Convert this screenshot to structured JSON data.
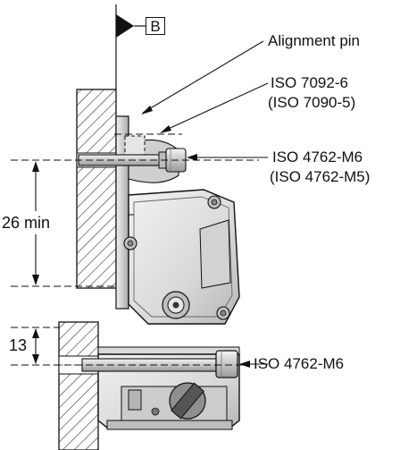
{
  "datum_label": "B",
  "callouts": {
    "alignment_pin": "Alignment pin",
    "iso_7092": "ISO 7092-6",
    "iso_7090": "(ISO 7090-5)",
    "iso_4762_m6_top": "ISO 4762-M6",
    "iso_4762_m5": "(ISO 4762-M5)",
    "iso_4762_m6_bottom": "ISO 4762-M6"
  },
  "dimensions": {
    "upper": "26 min",
    "lower": "13"
  },
  "colors": {
    "line": "#111111",
    "metal_light": "#e4e4e4",
    "metal_mid": "#c8c8c8",
    "metal_dark": "#8e8e8e"
  }
}
